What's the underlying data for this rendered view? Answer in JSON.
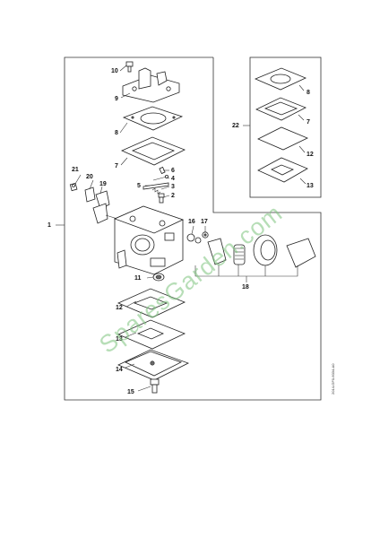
{
  "labels": {
    "n1": "1",
    "n2": "2",
    "n3": "3",
    "n4": "4",
    "n5": "5",
    "n6": "6",
    "n7": "7",
    "n8": "8",
    "n9": "9",
    "n10": "10",
    "n11": "11",
    "n12": "12",
    "n13": "13",
    "n14": "14",
    "n15": "15",
    "n16": "16",
    "n17": "17",
    "n18": "18",
    "n19": "19",
    "n20": "20",
    "n21": "21",
    "n22": "22",
    "kit_n7": "7",
    "kit_n8": "8",
    "kit_n12": "12",
    "kit_n13": "13"
  },
  "drawing_code": "2014-GF0-6034-A0",
  "watermark": "SparesGarden.com",
  "colors": {
    "line": "#222222",
    "watermark": "#7ec47e",
    "background": "#ffffff"
  }
}
